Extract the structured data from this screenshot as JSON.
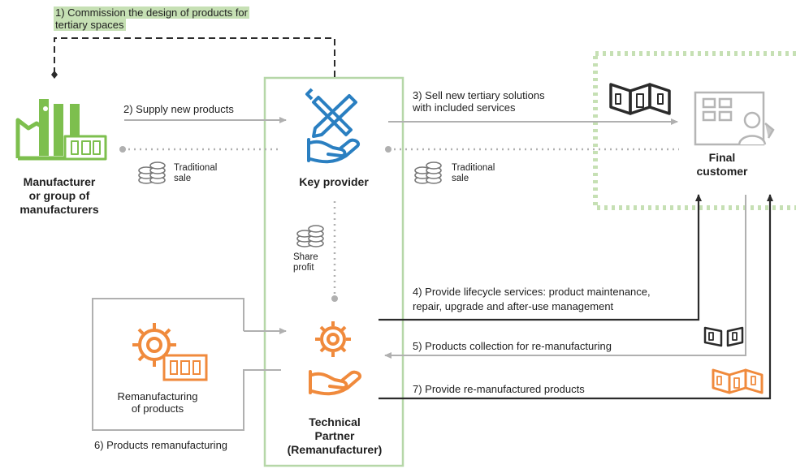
{
  "steps": {
    "s1_line1": "1) Commission the design of products for",
    "s1_line2": "tertiary spaces",
    "s2": "2) Supply new products",
    "s3_line1": "3) Sell new tertiary solutions",
    "s3_line2": "with included services",
    "s4_line1": "4) Provide lifecycle services: product maintenance,",
    "s4_line2": "repair, upgrade and after-use management",
    "s5": "5) Products collection for re-manufacturing",
    "s6": "6) Products remanufacturing",
    "s7": "7) Provide re-manufactured products"
  },
  "actors": {
    "manufacturer": [
      "Manufacturer",
      "or group  of",
      "manufacturers"
    ],
    "key_provider": "Key provider",
    "final_customer": [
      "Final",
      "customer"
    ],
    "technical_partner": [
      "Technical",
      "Partner",
      "(Remanufacturer)"
    ],
    "remanufacturing": [
      "Remanufacturing",
      "of products"
    ]
  },
  "notes": {
    "traditional_sale_1": [
      "Traditional",
      "sale"
    ],
    "traditional_sale_2": [
      "Traditional",
      "sale"
    ],
    "share_profit": [
      "Share",
      "profit"
    ]
  },
  "colors": {
    "green": "#7dbf4e",
    "green_highlight": "#c6e0b4",
    "light_green_border": "#b6d7a8",
    "blue": "#2a7fc1",
    "orange": "#f08a3c",
    "gray": "#b0b0b0",
    "dark": "#2b2b2b"
  },
  "icons": [
    "factory-icon",
    "ruler-pencil-icon",
    "hand-icon",
    "coins-icon",
    "gear-icon",
    "product-panel-icon",
    "customer-icon"
  ]
}
